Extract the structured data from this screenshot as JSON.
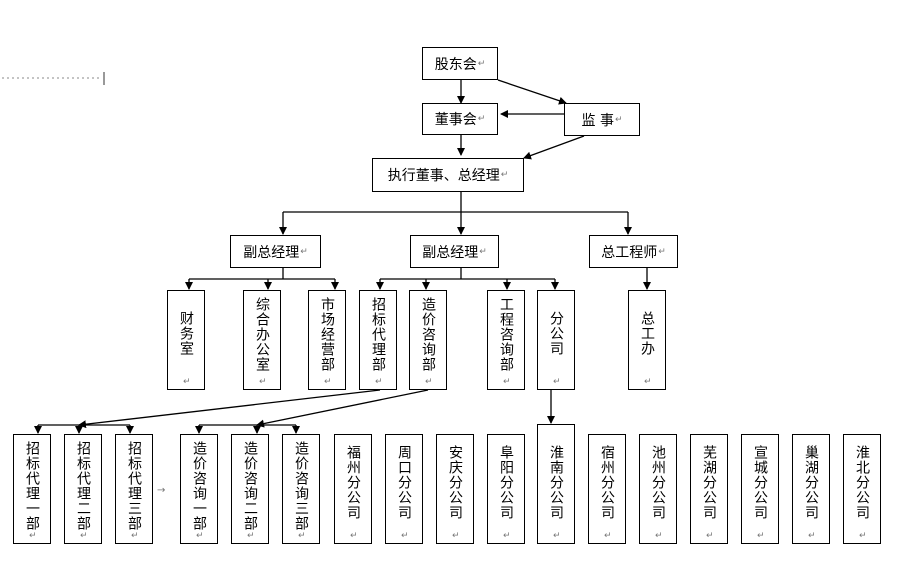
{
  "nodes": {
    "shareholders": "股东会",
    "board": "董事会",
    "supervisor": "监 事",
    "executive": "执行董事、总经理",
    "vp_left": "副总经理",
    "vp_mid": "副总经理",
    "chief_engineer": "总工程师",
    "finance": "财务室",
    "general_office": "综合办公室",
    "marketing": "市场经营部",
    "bidding": "招标代理部",
    "costing": "造价咨询部",
    "engineering_consult": "工程咨询部",
    "branches": "分公司",
    "chief_office": "总工办",
    "bid_1": "招标代理一部",
    "bid_2": "招标代理二部",
    "bid_3": "招标代理三部",
    "cost_1": "造价咨询一部",
    "cost_2": "造价咨询二部",
    "cost_3": "造价咨询三部",
    "br_fuzhou": "福州分公司",
    "br_zhoukou": "周口分公司",
    "br_anqing": "安庆分公司",
    "br_fuyang": "阜阳分公司",
    "br_huainan": "淮南分公司",
    "br_suzhou": "宿州分公司",
    "br_chizhou": "池州分公司",
    "br_wuhu": "芜湖分公司",
    "br_xuancheng": "宣城分公司",
    "br_chaohu": "巢湖分公司",
    "br_huaibei": "淮北分公司"
  },
  "marks": {
    "return": "↵",
    "arrow": "→"
  }
}
